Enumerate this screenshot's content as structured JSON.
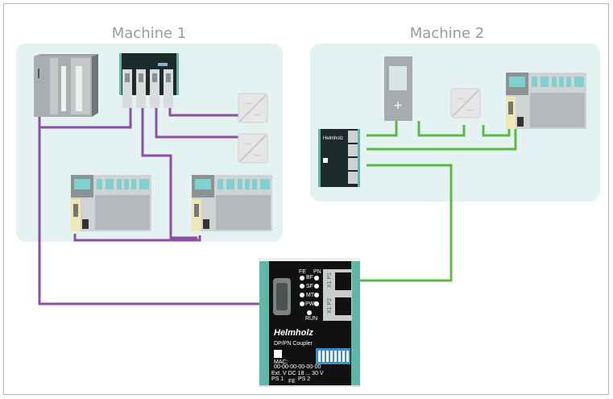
{
  "machines": [
    {
      "title": "Machine 1"
    },
    {
      "title": "Machine 2"
    }
  ],
  "coupler": {
    "brand": "Helmholz",
    "model": "DP/PN Coupler",
    "led_headers": [
      "FE",
      "PN"
    ],
    "leds": [
      "SF",
      "BF",
      "MT",
      "PWR"
    ],
    "run_label": "RUN",
    "ports": [
      "X1 P1",
      "X1 P2"
    ],
    "mac_label": "MAC:",
    "mac_value": "00-00-00-00-00-00",
    "power_label": "Ext. V DC 18 ... 30 V",
    "terminals": [
      "PS 1",
      "FE",
      "PS 2"
    ]
  },
  "colors": {
    "profibus": "#8b4fa3",
    "profinet": "#5bb847",
    "panel": "#e4f2f2",
    "title": "#9a9a9a"
  },
  "icons": [
    "plc-cpu-icon",
    "profibus-repeater-icon",
    "drive-icon",
    "io-station-icon",
    "profinet-switch-icon",
    "dp-pn-coupler-icon"
  ]
}
